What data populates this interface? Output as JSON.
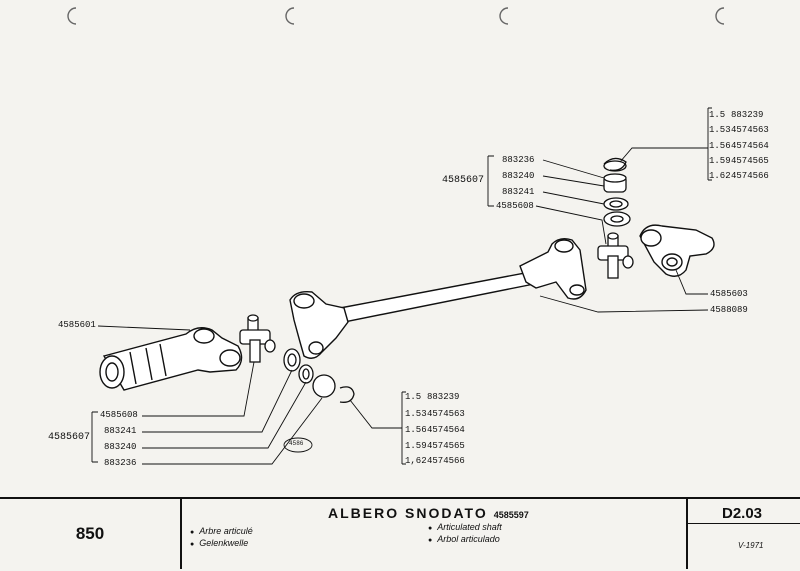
{
  "sheet": {
    "model": "850",
    "title": "ALBERO SNODATO",
    "title_part_number": "4585597",
    "translations": [
      "Arbre articulé",
      "Gelenkwelle",
      "Articulated shaft",
      "Arbol articulado"
    ],
    "page_code": "D2.03",
    "edition": "V-1971",
    "diagram_tag": "4586"
  },
  "callouts": {
    "top_right_group": [
      {
        "qty": "1.5",
        "part": "883239"
      },
      {
        "qty": "1.53",
        "part": "4574563"
      },
      {
        "qty": "1.56",
        "part": "4574564"
      },
      {
        "qty": "1.59",
        "part": "4574565"
      },
      {
        "qty": "1.62",
        "part": "4574566"
      }
    ],
    "bottom_right_group": [
      {
        "qty": "1.5",
        "part": "883239"
      },
      {
        "qty": "1.53",
        "part": "4574563"
      },
      {
        "qty": "1.56",
        "part": "4574564"
      },
      {
        "qty": "1.59",
        "part": "4574565"
      },
      {
        "qty": "1,62",
        "part": "4574566"
      }
    ],
    "upper_kit": {
      "kit": "4585607",
      "items": [
        "883236",
        "883240",
        "883241",
        "4585608"
      ]
    },
    "lower_kit": {
      "kit": "4585607",
      "items": [
        "4585608",
        "883241",
        "883240",
        "883236"
      ]
    },
    "yoke_right": "4585603",
    "shaft": "4588089",
    "yoke_left": "4585601"
  }
}
